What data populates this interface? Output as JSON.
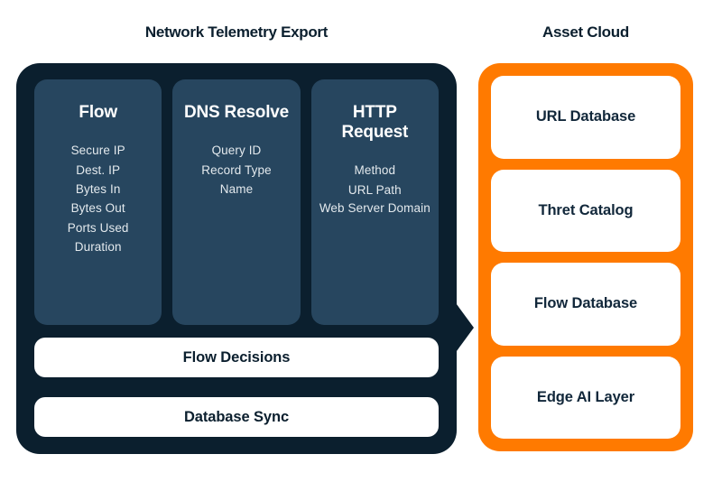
{
  "left": {
    "title": "Network Telemetry Export",
    "columns": [
      {
        "title": "Flow",
        "items": [
          "Secure IP",
          "Dest. IP",
          "Bytes In",
          "Bytes Out",
          "Ports Used",
          "Duration"
        ]
      },
      {
        "title": "DNS Resolve",
        "items": [
          "Query ID",
          "Record Type",
          "Name"
        ]
      },
      {
        "title": "HTTP Request",
        "items": [
          "Method",
          "URL Path",
          "Web Server Domain"
        ]
      }
    ],
    "bars": [
      {
        "label": "Flow Decisions"
      },
      {
        "label": "Database Sync"
      }
    ]
  },
  "right": {
    "title": "Asset Cloud",
    "cards": [
      {
        "label": "URL Database"
      },
      {
        "label": "Thret Catalog"
      },
      {
        "label": "Flow Database"
      },
      {
        "label": "Edge AI Layer"
      }
    ]
  },
  "colors": {
    "panel_dark": "#0B1F2E",
    "card_blue": "#27465F",
    "accent_orange": "#FF7A00",
    "card_white": "#FFFFFF",
    "text_dark": "#11273A",
    "text_light": "#E3E9ED"
  }
}
